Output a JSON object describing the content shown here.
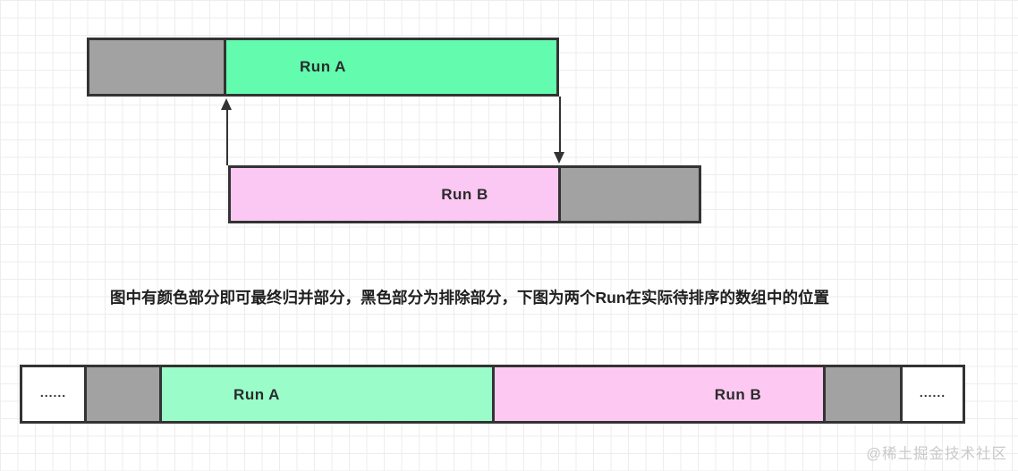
{
  "colors": {
    "bar_border": "#333333",
    "gray_segment": "#a2a2a2",
    "green_top": "#63fbae",
    "green_bottom": "#9afdc9",
    "pink_top": "#fbc7f3",
    "pink_bottom": "#fdc9f3",
    "caption_text": "#1f1f1f",
    "watermark_text": "#c9c9c9",
    "grid_line": "#ededed"
  },
  "top_diagram": {
    "run_a_label": "Run A",
    "run_b_label": "Run B"
  },
  "caption": "图中有颜色部分即可最终归并部分，黑色部分为排除部分，下图为两个Run在实际待排序的数组中的位置",
  "array_diagram": {
    "left_ellipsis": "......",
    "run_a_label": "Run A",
    "run_b_label": "Run B",
    "right_ellipsis": "......"
  },
  "watermark": "@稀土掘金技术社区"
}
